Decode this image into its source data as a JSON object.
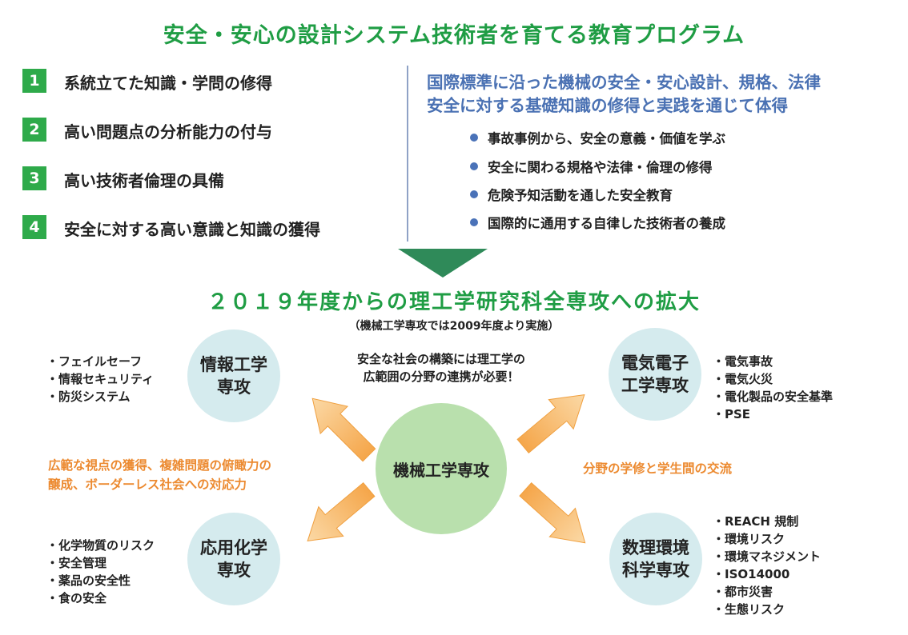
{
  "title": "安全・安心の設計システム技術者を育てる教育プログラム",
  "goals": [
    {
      "num": "1",
      "text": "系統立てた知識・学問の修得"
    },
    {
      "num": "2",
      "text": "高い問題点の分析能力の付与"
    },
    {
      "num": "3",
      "text": "高い技術者倫理の具備"
    },
    {
      "num": "4",
      "text": "安全に対する高い意識と知識の獲得"
    }
  ],
  "right_panel": {
    "heading_line1": "国際標準に沿った機械の安全・安心設計、規格、法律",
    "heading_line2": "安全に対する基礎知識の修得と実践を通じて体得",
    "bullets": [
      "事故事例から、安全の意義・価値を学ぶ",
      "安全に関わる規格や法律・倫理の修得",
      "危険予知活動を通した安全教育",
      "国際的に通用する自律した技術者の養成"
    ]
  },
  "expansion": {
    "title": "２０１９年度からの理工学研究科全専攻への拡大",
    "note": "（機械工学専攻では2009年度より実施）"
  },
  "center": {
    "label": "機械工学専攻",
    "need_line1": "安全な社会の構築には理工学の",
    "need_line2": "広範囲の分野の連携が必要！"
  },
  "departments": {
    "info": {
      "name": "情報工学\n専攻",
      "items": [
        "・フェイルセーフ",
        "・情報セキュリティ",
        "・防災システム"
      ]
    },
    "elec": {
      "name": "電気電子\n工学専攻",
      "items": [
        "・電気事故",
        "・電気火災",
        "・電化製品の安全基準",
        "・PSE"
      ]
    },
    "chem": {
      "name": "応用化学\n専攻",
      "items": [
        "・化学物質のリスク",
        "・安全管理",
        "・薬品の安全性",
        "・食の安全"
      ]
    },
    "env": {
      "name": "数理環境\n科学専攻",
      "items": [
        "・REACH 規制",
        "・環境リスク",
        "・環境マネジメント",
        "・ISO14000",
        "・都市災害",
        "・生態リスク"
      ]
    }
  },
  "benefits": {
    "left_line1": "広範な視点の獲得、複雑問題の俯瞰力の",
    "left_line2": "醸成、ボーダーレス社会への対応力",
    "right": "分野の学修と学生間の交流"
  },
  "colors": {
    "title_green": "#1f9d44",
    "badge_green": "#2eaa4a",
    "heading_blue": "#4a71b3",
    "arrow_green": "#2f8a59",
    "circle_blue": "#d5ebee",
    "center_green": "#b9e0ad",
    "benefit_orange": "#ec8a30"
  }
}
